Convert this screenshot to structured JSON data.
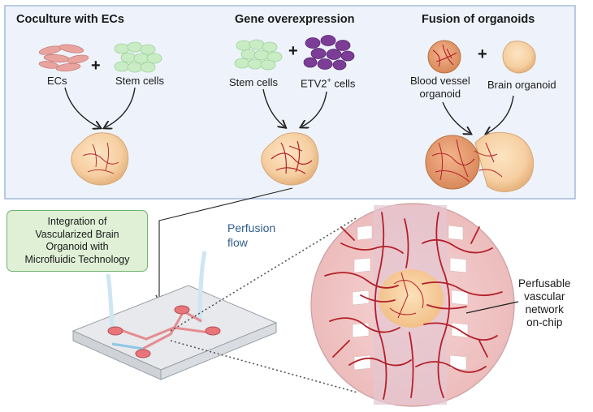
{
  "panels": {
    "coculture": {
      "title": "Coculture with ECs",
      "left_label": "ECs",
      "right_label": "Stem cells",
      "plus": "+"
    },
    "gene": {
      "title": "Gene overexpression",
      "left_label": "Stem cells",
      "right_label_main": "ETV2",
      "right_label_sup": "+",
      "right_label_tail": " cells",
      "plus": "+"
    },
    "fusion": {
      "title": "Fusion of organoids",
      "left_label_line1": "Blood vessel",
      "left_label_line2": "organoid",
      "right_label": "Brain organoid",
      "plus": "+"
    }
  },
  "integration_box": {
    "lines": [
      "Integration of",
      "Vascularized Brain",
      "Organoid with",
      "Microfluidic Technology"
    ]
  },
  "perfusion_flow": {
    "line1": "Perfusion",
    "line2": "flow"
  },
  "network_label": {
    "lines": [
      "Perfusable",
      "vascular",
      "network",
      "on-chip"
    ]
  },
  "colors": {
    "panel_bg": "#eef3fb",
    "panel_border": "#9fb4d8",
    "box_border": "#6db26d",
    "box_bg": "#dff0d6",
    "perfusion_text": "#2f5d8a",
    "vessel": "#b3202a",
    "organoid": "#f6cfa2",
    "stem_cell": "#c9ecc5",
    "etv2_cell": "#7b3d96",
    "ec_cell": "#e9a4a0",
    "chip_circle": "#f0c8c8",
    "channel": "#e68b90"
  }
}
